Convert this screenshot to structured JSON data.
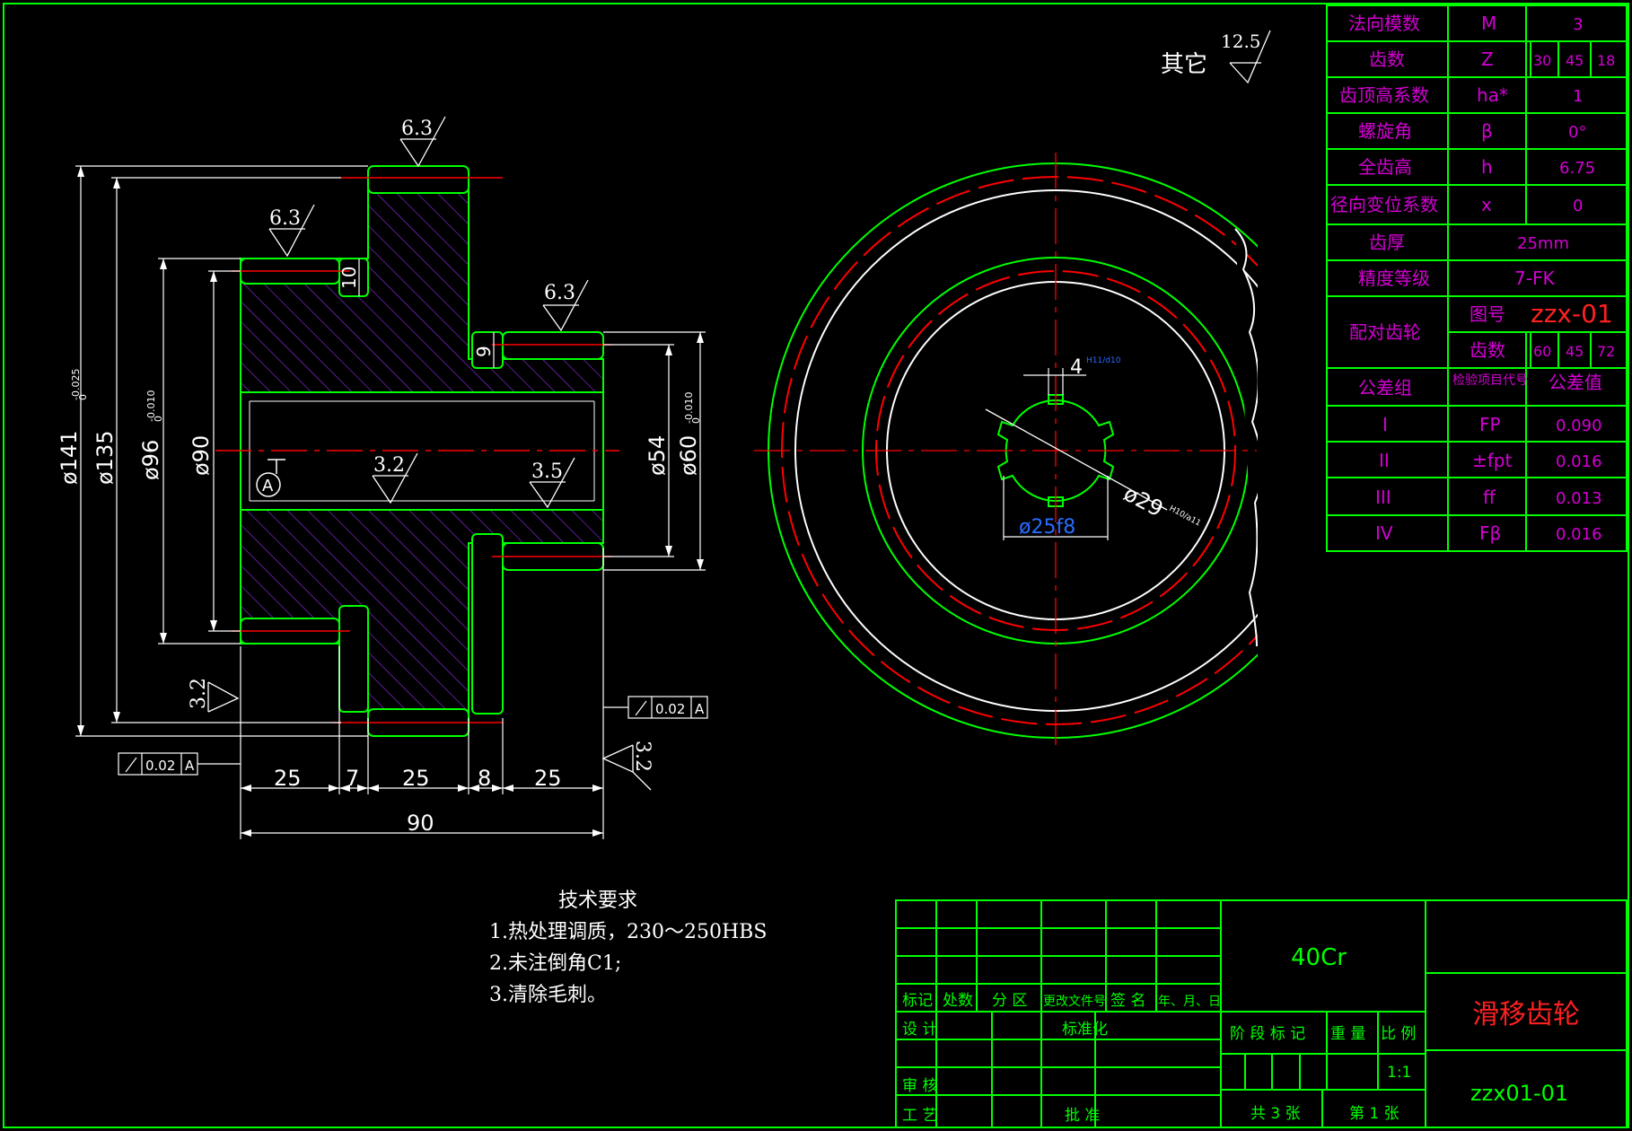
{
  "colors": {
    "background": "#000000",
    "border": "#00ff00",
    "hatch": "#8a2be2",
    "centerline": "#ff0000",
    "table_label": "#d400d4",
    "table_value": "#ff66ff",
    "title_text": "#ff2020",
    "dimension_text": "#ffffff",
    "blue_text": "#2a6bff"
  },
  "surface_roughness": {
    "general": "其它",
    "general_value": "12.5",
    "top_rim": "6.3",
    "left_rim": "6.3",
    "hub": "6.3",
    "bore": "3.2",
    "bore_right": "3.5",
    "left_face": "3.2",
    "right_face": "3.2"
  },
  "section_view": {
    "datum": "A",
    "tol_left": {
      "value": "0.02",
      "datum": "A"
    },
    "tol_right": {
      "value": "0.02",
      "datum": "A"
    },
    "dims_vertical": {
      "d141": "ø141",
      "d141_tol_top": "0",
      "d141_tol_bot": "-0.025",
      "d135": "ø135",
      "d96": "ø96",
      "d96_tol_top": "0",
      "d96_tol_bot": "-0.010",
      "d90": "ø90",
      "d54": "ø54",
      "d60": "ø60",
      "d60_tol_top": "0",
      "d60_tol_bot": "-0.010",
      "w10": "10",
      "w9": "9"
    },
    "dims_horizontal": [
      "25",
      "7",
      "25",
      "8",
      "25"
    ],
    "overall": "90"
  },
  "end_view": {
    "spline_width": "4",
    "spline_width_tol": "H11/d10",
    "minor_dia": "ø25f8",
    "major_dia": "ø29",
    "major_tol": "H10/a11"
  },
  "notes": {
    "title": "技术要求",
    "lines": [
      "1.热处理调质，230～250HBS",
      "2.未注倒角C1;",
      "3.清除毛刺。"
    ]
  },
  "param_table": {
    "rows": [
      {
        "label": "法向模数",
        "symbol": "M",
        "values": [
          "3"
        ]
      },
      {
        "label": "齿数",
        "symbol": "Z",
        "values": [
          "30",
          "45",
          "18"
        ]
      },
      {
        "label": "齿顶高系数",
        "symbol": "ha*",
        "values": [
          "1"
        ]
      },
      {
        "label": "螺旋角",
        "symbol": "β",
        "values": [
          "0°"
        ]
      },
      {
        "label": "全齿高",
        "symbol": "h",
        "values": [
          "6.75"
        ]
      },
      {
        "label": "径向变位系数",
        "symbol": "x",
        "values": [
          "0"
        ]
      },
      {
        "label": "齿厚",
        "symbol": "",
        "values": [
          "25mm"
        ]
      },
      {
        "label": "精度等级",
        "symbol": "",
        "values": [
          "7-FK"
        ]
      }
    ],
    "mating": {
      "label": "配对齿轮",
      "drawing_no_label": "图号",
      "drawing_no": "zzx-01",
      "teeth_label": "齿数",
      "teeth": [
        "60",
        "45",
        "72"
      ]
    },
    "tol_header": {
      "label": "公差组",
      "item": "检验项目代号",
      "value": "公差值"
    },
    "tol_rows": [
      {
        "group": "I",
        "item": "FP",
        "value": "0.090"
      },
      {
        "group": "II",
        "item": "±fpt",
        "value": "0.016"
      },
      {
        "group": "III",
        "item": "ff",
        "value": "0.013"
      },
      {
        "group": "IV",
        "item": "Fβ",
        "value": "0.016"
      }
    ]
  },
  "title_block": {
    "material": "40Cr",
    "part_name": "滑移齿轮",
    "drawing_no": "zzx01-01",
    "headers": [
      "标记",
      "处数",
      "分 区",
      "更改文件号",
      "签 名",
      "年、月、日"
    ],
    "design": "设 计",
    "standardize": "标准化",
    "review": "审 核",
    "process": "工 艺",
    "approve": "批 准",
    "stage_mark": "阶 段 标 记",
    "weight": "重 量",
    "scale_label": "比 例",
    "scale": "1:1",
    "sheets_total": "共 3 张",
    "sheet_no": "第 1 张"
  }
}
